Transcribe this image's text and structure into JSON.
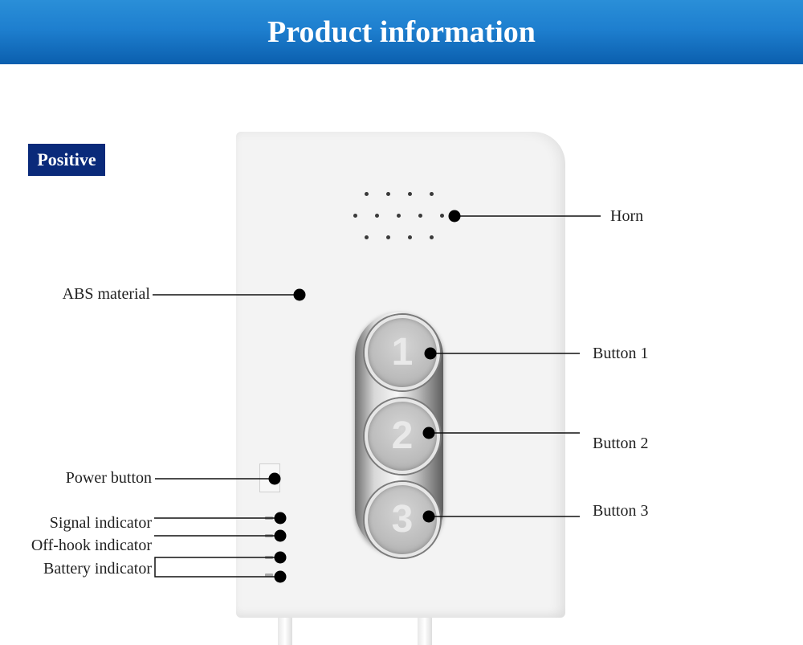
{
  "header": {
    "title": "Product information"
  },
  "badge": {
    "label": "Positive"
  },
  "device": {
    "buttons": [
      {
        "digit": "1"
      },
      {
        "digit": "2"
      },
      {
        "digit": "3"
      }
    ]
  },
  "callouts": {
    "horn": "Horn",
    "abs": "ABS material",
    "button1": "Button 1",
    "button2": "Button 2",
    "button3": "Button 3",
    "power": "Power button",
    "signal": "Signal indicator",
    "offhook": "Off-hook indicator",
    "battery": "Battery indicator"
  },
  "colors": {
    "header_top": "#2a8fd8",
    "header_bottom": "#0b5fae",
    "badge": "#0a2a7a",
    "leader": "#111111"
  }
}
